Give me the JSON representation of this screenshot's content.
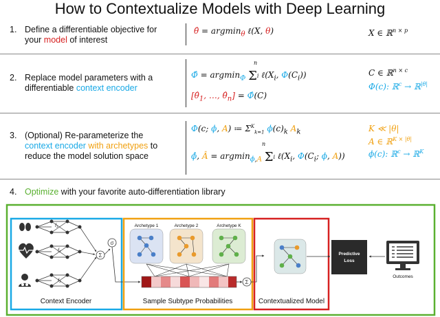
{
  "title": "How to Contextualize Models with Deep Learning",
  "steps": {
    "s1": {
      "num": "1.",
      "line1": "Define a differentiable objective for",
      "line2_pre": "your ",
      "line2_hl": "model",
      "line2_post": " of interest",
      "formula": "θ̂ = argmin_θ ℓ(X, θ)",
      "side": "X ∈ ℝ^{n × p}"
    },
    "s2": {
      "num": "2.",
      "line1": "Replace model parameters with a",
      "line2_pre": "differentiable ",
      "line2_hl": "context encoder",
      "formula1": "Φ̂ = argmin_Φ Σ_i^n ℓ(X_i, Φ(C_i))",
      "formula2": "[θ̂_1, …, θ̂_n] = Φ̂(C)",
      "side1": "C ∈ ℝ^{n × c}",
      "side2": "Φ(c): ℝ^c → ℝ^{|θ|}"
    },
    "s3": {
      "num": "3.",
      "line1": "(Optional) Re-parameterize the",
      "line2_a": "context encoder",
      "line2_b": " with archetypes",
      "line2_c": " to",
      "line3": "reduce the model solution space",
      "formula1": "Φ(c; ϕ, A) ≔ Σ_{k=1}^K ϕ(c)_k A_k",
      "formula2": "ϕ̂, Â = argmin_{ϕ,A} Σ_i^n ℓ(X_i, Φ(C_i; ϕ, A))",
      "side1": "K ≪ |θ|",
      "side2": "A ∈ ℝ^{K × |θ|}",
      "side3": "ϕ(c): ℝ^c → ℝ^K"
    },
    "s4": {
      "num": "4.",
      "hl": "Optimize",
      "rest": " with your favorite auto-differentiation library"
    }
  },
  "diagram": {
    "context_encoder_label": "Context Encoder",
    "subtype_label": "Sample Subtype Probabilities",
    "contextualized_label": "Contextualized Model",
    "archetypes": [
      "Archetype 1",
      "Archetype 2",
      "Archetype K"
    ],
    "loss_label": "Predictive Loss",
    "outcomes_label": "Outcomes",
    "sigma_symbol": "σ",
    "sum_symbol": "Σ",
    "layer_labels": [
      "f₁",
      "f₂",
      "f₃"
    ]
  },
  "colors": {
    "green": "#5ab030",
    "cyan": "#19a9e6",
    "orange": "#f0a010",
    "red": "#d62020",
    "node_blue": "#4a7fc8",
    "node_orange": "#e99a2c",
    "node_green": "#5fb04a"
  }
}
